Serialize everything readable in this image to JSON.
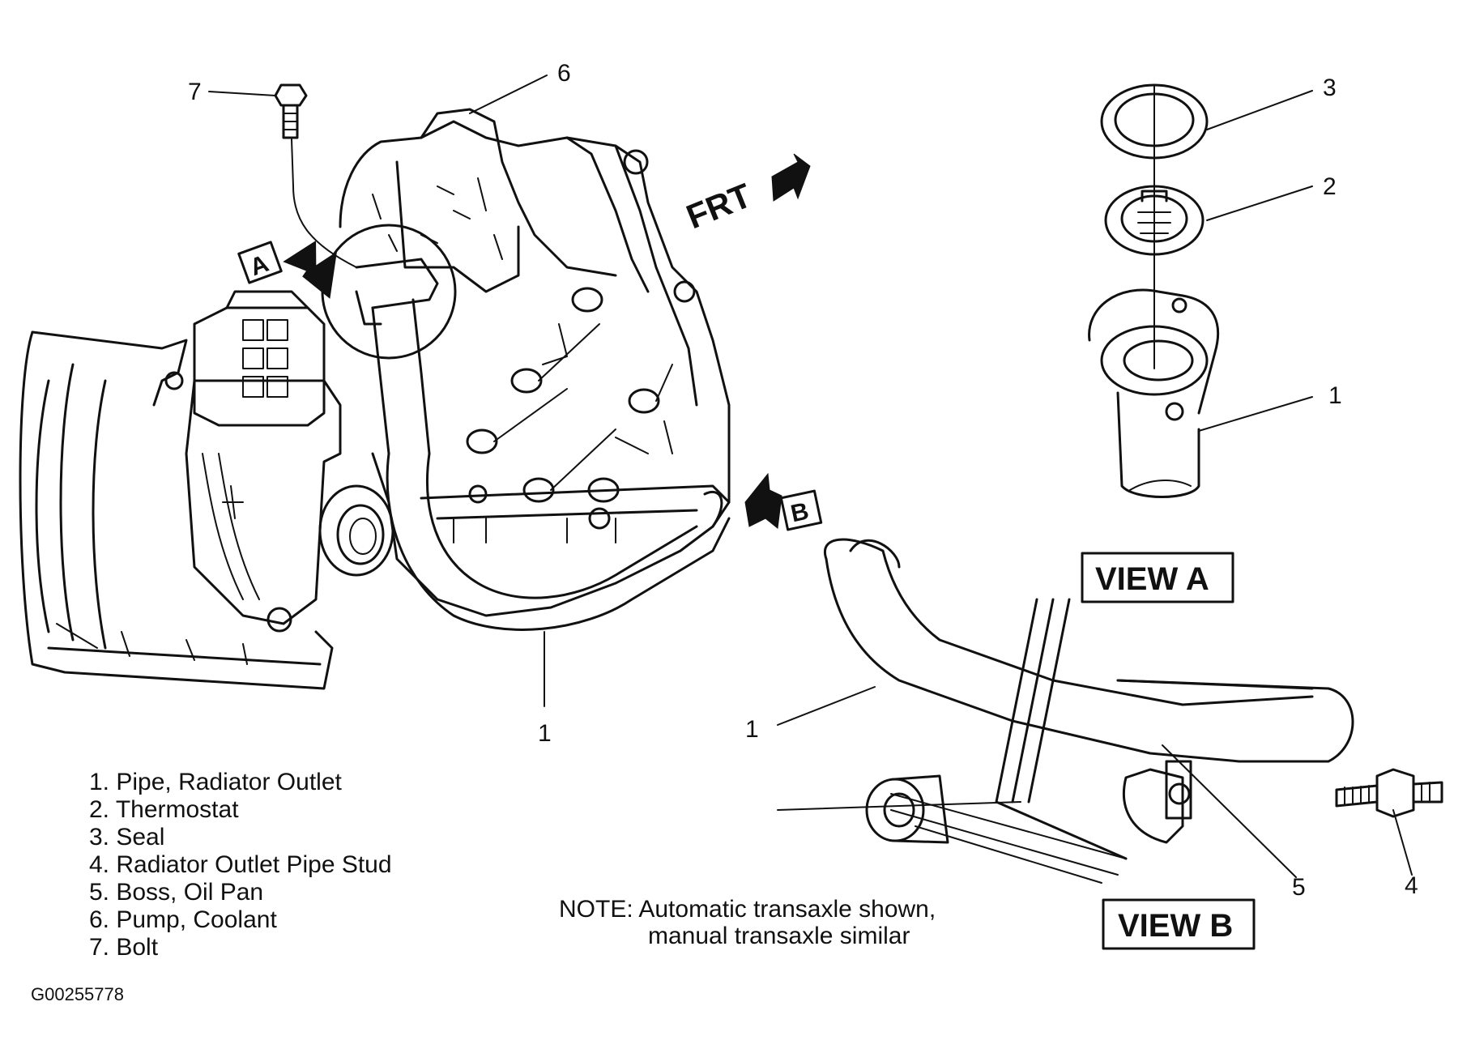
{
  "callouts": {
    "c7": "7",
    "c6": "6",
    "c1_main": "1",
    "c3": "3",
    "c2": "2",
    "c1_view_a": "1",
    "c1_view_b": "1",
    "c5": "5",
    "c4": "4"
  },
  "direction": {
    "frt": "FRT"
  },
  "view_markers": {
    "a": "A",
    "b": "B"
  },
  "views": {
    "view_a": "VIEW A",
    "view_b": "VIEW B"
  },
  "legend": [
    "1. Pipe, Radiator Outlet",
    "2. Thermostat",
    "3. Seal",
    "4. Radiator Outlet Pipe Stud",
    "5. Boss, Oil Pan",
    "6. Pump, Coolant",
    "7. Bolt"
  ],
  "note": {
    "line1": "NOTE: Automatic transaxle shown,",
    "line2": "manual transaxle similar"
  },
  "figure_code": "G00255778"
}
